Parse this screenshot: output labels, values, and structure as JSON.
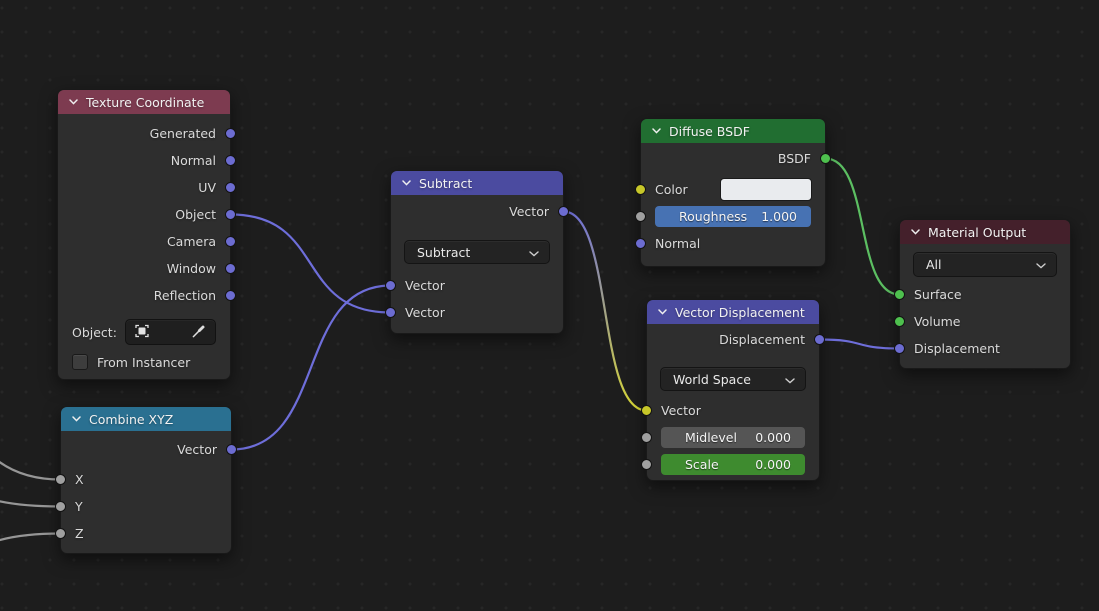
{
  "colors": {
    "header_input": "#7d3b50",
    "header_converter": "#2a7091",
    "header_vector": "#4b4ba0",
    "header_shader": "#216e31",
    "header_output": "#44202b",
    "socket_vector": "#6c6cd1",
    "socket_value": "#a0a0a0",
    "socket_color": "#c7c729",
    "socket_shader": "#4ec04e",
    "wire_vector": "#6e6eda",
    "wire_gray": "#969696",
    "wire_shader": "#5cbf62",
    "wire_yellow": "#d8d832",
    "slider_blue": "#4772b3",
    "slider_gray": "#555555",
    "slider_green": "#3e8b2f",
    "swatch_white": "#e9ebee"
  },
  "nodes": {
    "texcoord": {
      "title": "Texture Coordinate",
      "outputs": [
        "Generated",
        "Normal",
        "UV",
        "Object",
        "Camera",
        "Window",
        "Reflection"
      ],
      "object_label": "Object:",
      "checkbox_label": "From Instancer"
    },
    "combinexyz": {
      "title": "Combine XYZ",
      "output": "Vector",
      "inputs": [
        "X",
        "Y",
        "Z"
      ]
    },
    "subtract": {
      "title": "Subtract",
      "output": "Vector",
      "operation": "Subtract",
      "inputs": [
        "Vector",
        "Vector"
      ]
    },
    "diffuse": {
      "title": "Diffuse BSDF",
      "output": "BSDF",
      "color_label": "Color",
      "roughness_label": "Roughness",
      "roughness_value": "1.000",
      "normal_label": "Normal"
    },
    "vectordisp": {
      "title": "Vector Displacement",
      "output": "Displacement",
      "space": "World Space",
      "vector_label": "Vector",
      "midlevel_label": "Midlevel",
      "midlevel_value": "0.000",
      "scale_label": "Scale",
      "scale_value": "0.000"
    },
    "output": {
      "title": "Material Output",
      "target": "All",
      "inputs": [
        "Surface",
        "Volume",
        "Displacement"
      ]
    }
  },
  "links": [
    {
      "from": "texcoord.object",
      "to": "subtract.vin2",
      "stroke": [
        "#6e6eda",
        "#6e6eda"
      ]
    },
    {
      "from": "combinexyz.vector",
      "to": "subtract.vin1",
      "stroke": [
        "#6e6eda",
        "#6e6eda"
      ]
    },
    {
      "from": "subtract.vout",
      "to": "vectordisp.vector",
      "stroke": [
        "#6e6eda",
        "#d8d832"
      ]
    },
    {
      "from": "diffuse.bsdf",
      "to": "output.surface",
      "stroke": [
        "#5cbf62",
        "#5cbf62"
      ]
    },
    {
      "from": "vectordisp.displacement",
      "to": "output.displacement",
      "stroke": [
        "#6e6eda",
        "#6e6eda"
      ]
    },
    {
      "from": [
        -150,
        330
      ],
      "to": "combinexyz.x",
      "stroke": [
        "#969696",
        "#969696"
      ]
    },
    {
      "from": [
        -150,
        462
      ],
      "to": "combinexyz.y",
      "stroke": [
        "#969696",
        "#969696"
      ]
    },
    {
      "from": [
        -150,
        590
      ],
      "to": "combinexyz.z",
      "stroke": [
        "#969696",
        "#969696"
      ]
    }
  ]
}
